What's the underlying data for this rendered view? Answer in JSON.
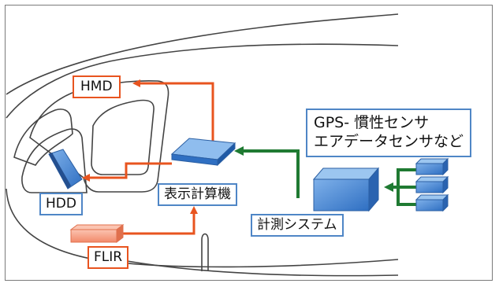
{
  "labels": {
    "hmd": "HMD",
    "hdd": "HDD",
    "flir": "FLIR",
    "display_computer": "表示計算機",
    "measurement_system": "計測システム",
    "sensors_line1": "GPS- 慣性センサ",
    "sensors_line2": "エアデータセンサなど"
  },
  "colors": {
    "orange_link": "#e8541f",
    "green_link": "#1f7a32",
    "blue_box": "#3c7fd0",
    "flir_box": "#f7a58a"
  }
}
